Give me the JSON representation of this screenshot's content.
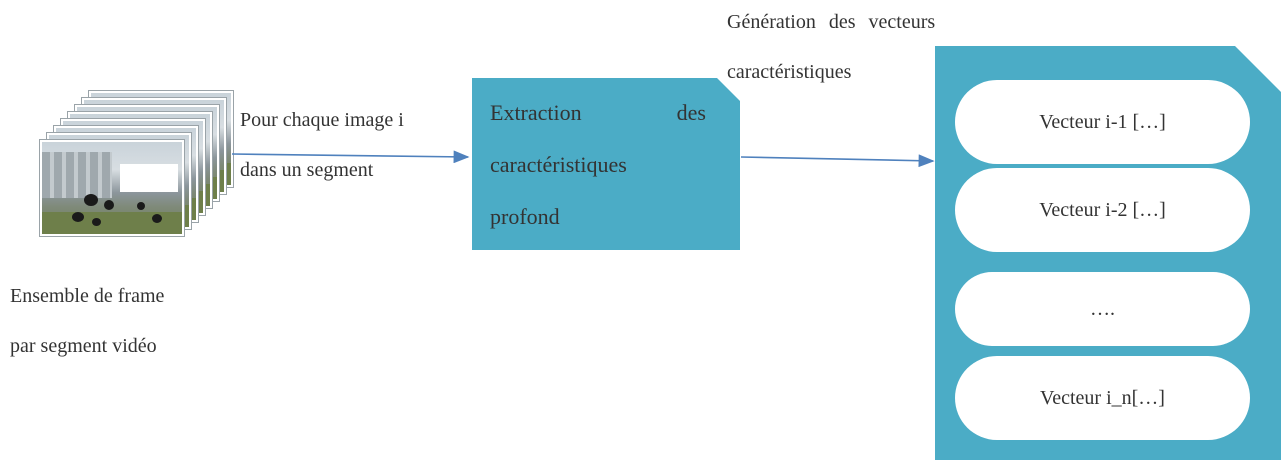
{
  "frames": {
    "caption_line1": "Ensemble de frame",
    "caption_line2": "par segment vidéo",
    "count": 8
  },
  "edge_label": {
    "line1": "Pour chaque image i",
    "line2": "dans un segment"
  },
  "extraction_box": {
    "word1": "Extraction",
    "word2": "des",
    "line2": "caractéristiques",
    "line3": "profond"
  },
  "generation_label": {
    "line1": "Génération des vecteurs",
    "line2": "caractéristiques"
  },
  "vectors": [
    {
      "label": "Vecteur i-1 […]"
    },
    {
      "label": "Vecteur i-2 […]"
    },
    {
      "label": "…."
    },
    {
      "label": "Vecteur i_n[…]"
    }
  ],
  "colors": {
    "box_fill": "#4bacc6",
    "arrow": "#4f81bd",
    "text": "#333333"
  }
}
